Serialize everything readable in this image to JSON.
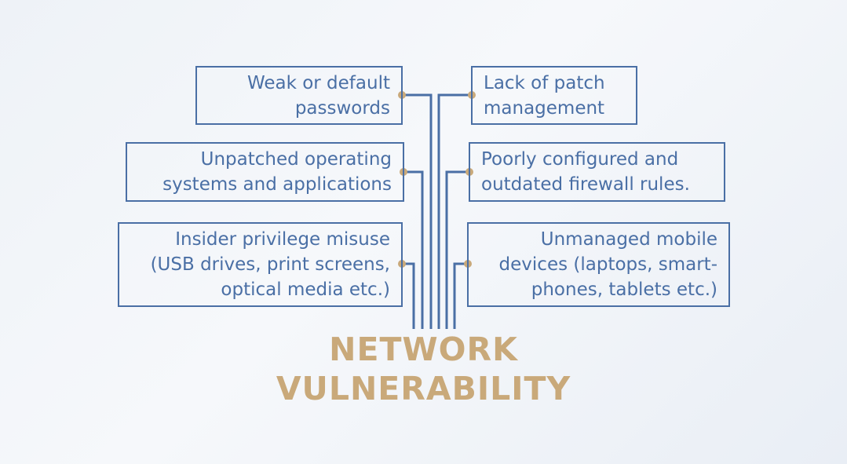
{
  "title": {
    "line1": "NETWORK",
    "line2": "VULNERABILITY"
  },
  "left_items": [
    {
      "lines": [
        "Weak or default",
        "passwords"
      ]
    },
    {
      "lines": [
        "Unpatched operating",
        "systems and applications"
      ]
    },
    {
      "lines": [
        "Insider privilege misuse",
        "(USB drives, print screens,",
        "optical media etc.)"
      ]
    }
  ],
  "right_items": [
    {
      "lines": [
        "Lack of patch",
        "management"
      ]
    },
    {
      "lines": [
        "Poorly configured and",
        "outdated firewall rules."
      ]
    },
    {
      "lines": [
        "Unmanaged mobile",
        "devices (laptops, smart-",
        "phones, tablets etc.)"
      ]
    }
  ],
  "colors": {
    "line": "#4a6fa5",
    "node": "#c9a97a",
    "title": "#c9a97a"
  }
}
